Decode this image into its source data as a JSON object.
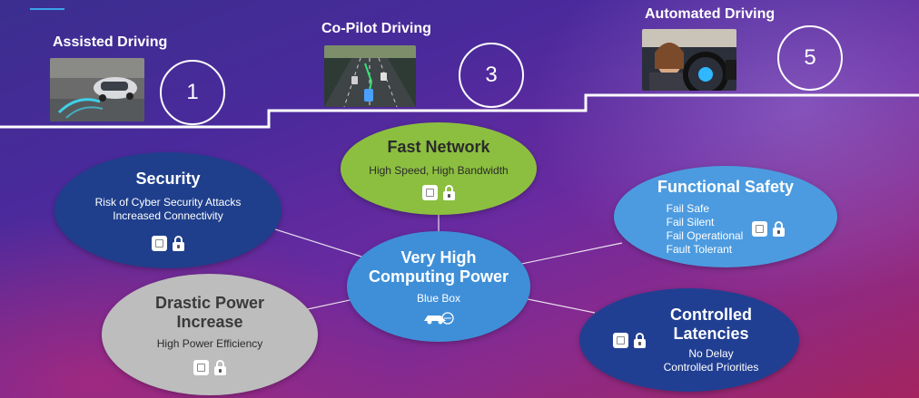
{
  "stages": [
    {
      "title": "Assisted Driving",
      "level": "1",
      "photo": "parking-car-photo"
    },
    {
      "title": "Co-Pilot Driving",
      "level": "3",
      "photo": "highway-photo"
    },
    {
      "title": "Automated Driving",
      "level": "5",
      "photo": "driver-photo"
    }
  ],
  "nodes": {
    "center": {
      "title": "Very High Computing Power",
      "subtitle": "Blue Box",
      "icon": "car-box-icon"
    },
    "network": {
      "title": "Fast Network",
      "subtitle": "High Speed, High Bandwidth"
    },
    "security": {
      "title": "Security",
      "line1": "Risk of Cyber Security Attacks",
      "line2": "Increased Connectivity"
    },
    "safety": {
      "title": "Functional Safety",
      "items": [
        "Fail Safe",
        "Fail Silent",
        "Fail Operational",
        "Fault Tolerant"
      ]
    },
    "power": {
      "title": "Drastic Power Increase",
      "subtitle": "High Power Efficiency"
    },
    "latency": {
      "title": "Controlled Latencies",
      "line1": "No Delay",
      "line2": "Controlled Priorities"
    }
  },
  "colors": {
    "center": "#3f8fd8",
    "network": "#8cbf3f",
    "security": "#1f3f8c",
    "safety": "#4c9be0",
    "power": "#bdbdbd",
    "latency": "#213f92",
    "stair": "#ffffff"
  }
}
